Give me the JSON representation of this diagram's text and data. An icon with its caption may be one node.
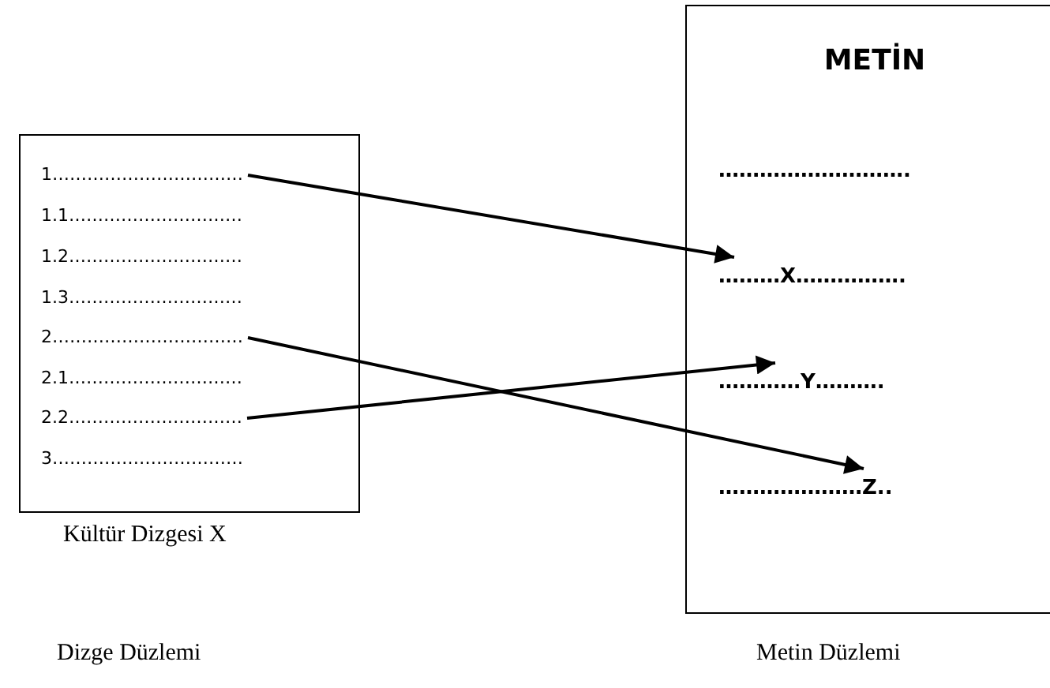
{
  "diagram": {
    "nodes": [
      {
        "text": [],
        "shape": "box",
        "beside": [
          "Kültür Dizgesi X"
        ]
      },
      {
        "text": [
          "1……………………………"
        ],
        "in": 0
      },
      {
        "text": [
          "1.1…………………………"
        ],
        "in": 0
      },
      {
        "text": [
          "1.2…………………………"
        ],
        "in": 0
      },
      {
        "text": [
          "1.3…………………………"
        ],
        "in": 0
      },
      {
        "text": [
          "2……………………………"
        ],
        "in": 0
      },
      {
        "text": [
          "2.1…………………………"
        ],
        "in": 0
      },
      {
        "text": [
          "2.2…………………………"
        ],
        "in": 0
      },
      {
        "text": [
          "3……………………………"
        ],
        "in": 0
      },
      {
        "text": [
          "METİN"
        ]
      },
      {
        "text": [
          "………………………."
        ],
        "in": 9
      },
      {
        "text": [
          "………X……………."
        ],
        "in": 9
      },
      {
        "text": [
          "…………Y………."
        ],
        "in": 9
      },
      {
        "text": [
          "…………………Z.."
        ],
        "in": 9
      }
    ],
    "edges": [
      {
        "from": 1,
        "to": 11,
        "arrow": "to"
      },
      {
        "from": 5,
        "to": 13,
        "arrow": "to"
      },
      {
        "from": 7,
        "to": 12,
        "arrow": "to"
      }
    ],
    "labels": [
      "Dizge Düzlemi",
      "Metin Düzlemi"
    ]
  }
}
